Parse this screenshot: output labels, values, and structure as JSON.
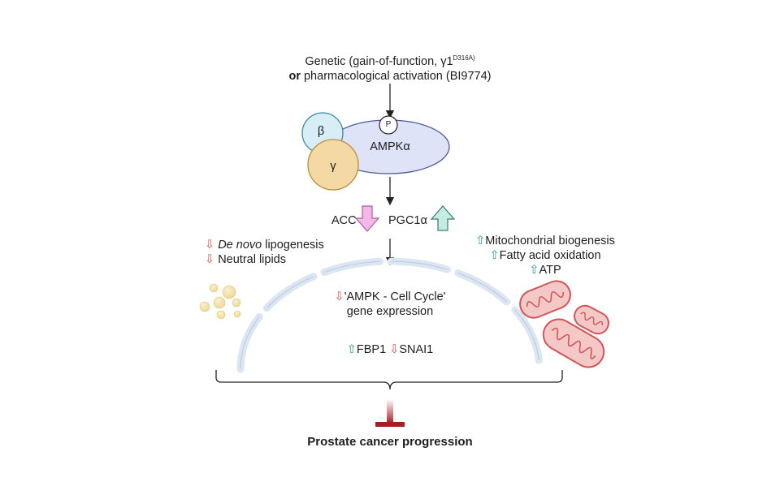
{
  "header": {
    "line1": "Genetic (gain-of-function, γ1",
    "line1_sup": "D316A)",
    "line2_bold": "or",
    "line2_rest": " pharmacological activation (BI9774)"
  },
  "complex": {
    "phospho": "P",
    "alpha": "AMPKα",
    "beta": "β",
    "gamma": "γ"
  },
  "targets": {
    "acc": "ACC",
    "pgc": "PGC1α"
  },
  "left_effects": {
    "arrow": "⇩",
    "item1_italic": "De novo",
    "item1_rest": " lipogenesis",
    "item2": "Neutral lipids"
  },
  "right_effects": {
    "arrow": "⇧",
    "item1": "Mitochondrial biogenesis",
    "item2": "Fatty acid oxidation",
    "item3": "ATP"
  },
  "nucleus": {
    "arrow_down": "⇩",
    "arrow_up": "⇧",
    "gene_line1": "'AMPK - Cell Cycle'",
    "gene_line2": "gene expression",
    "fbp1": "FBP1",
    "snai1": "SNAI1"
  },
  "outcome": {
    "label": "Prostate cancer progression"
  },
  "colors": {
    "beta_fill": "#d8eef6",
    "gamma_fill": "#f4d9a4",
    "alpha_fill": "#dfe3f7",
    "acc_arrow": "#f3b8e6",
    "pgc_arrow": "#c4ece2",
    "inhibit": "#a61e22",
    "membrane": "#dbe6f2",
    "mito": "#cf5558"
  }
}
